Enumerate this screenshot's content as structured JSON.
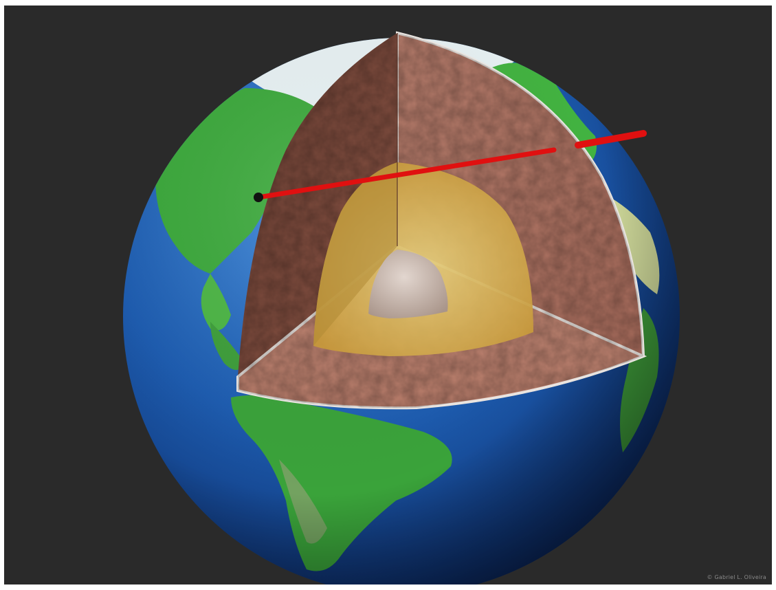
{
  "image": {
    "subject": "earth-cutaway-globe",
    "background_color": "#2a2a2a",
    "layers": [
      {
        "name": "crust-surface",
        "color": "#1f5fb0"
      },
      {
        "name": "mantle",
        "color": "#b9786a"
      },
      {
        "name": "outer-core",
        "color": "#d8b04a"
      },
      {
        "name": "inner-core",
        "color": "#c9b7ad"
      }
    ],
    "path_color": "#e01010"
  },
  "credit": "© Gabriel L. Oliveira"
}
